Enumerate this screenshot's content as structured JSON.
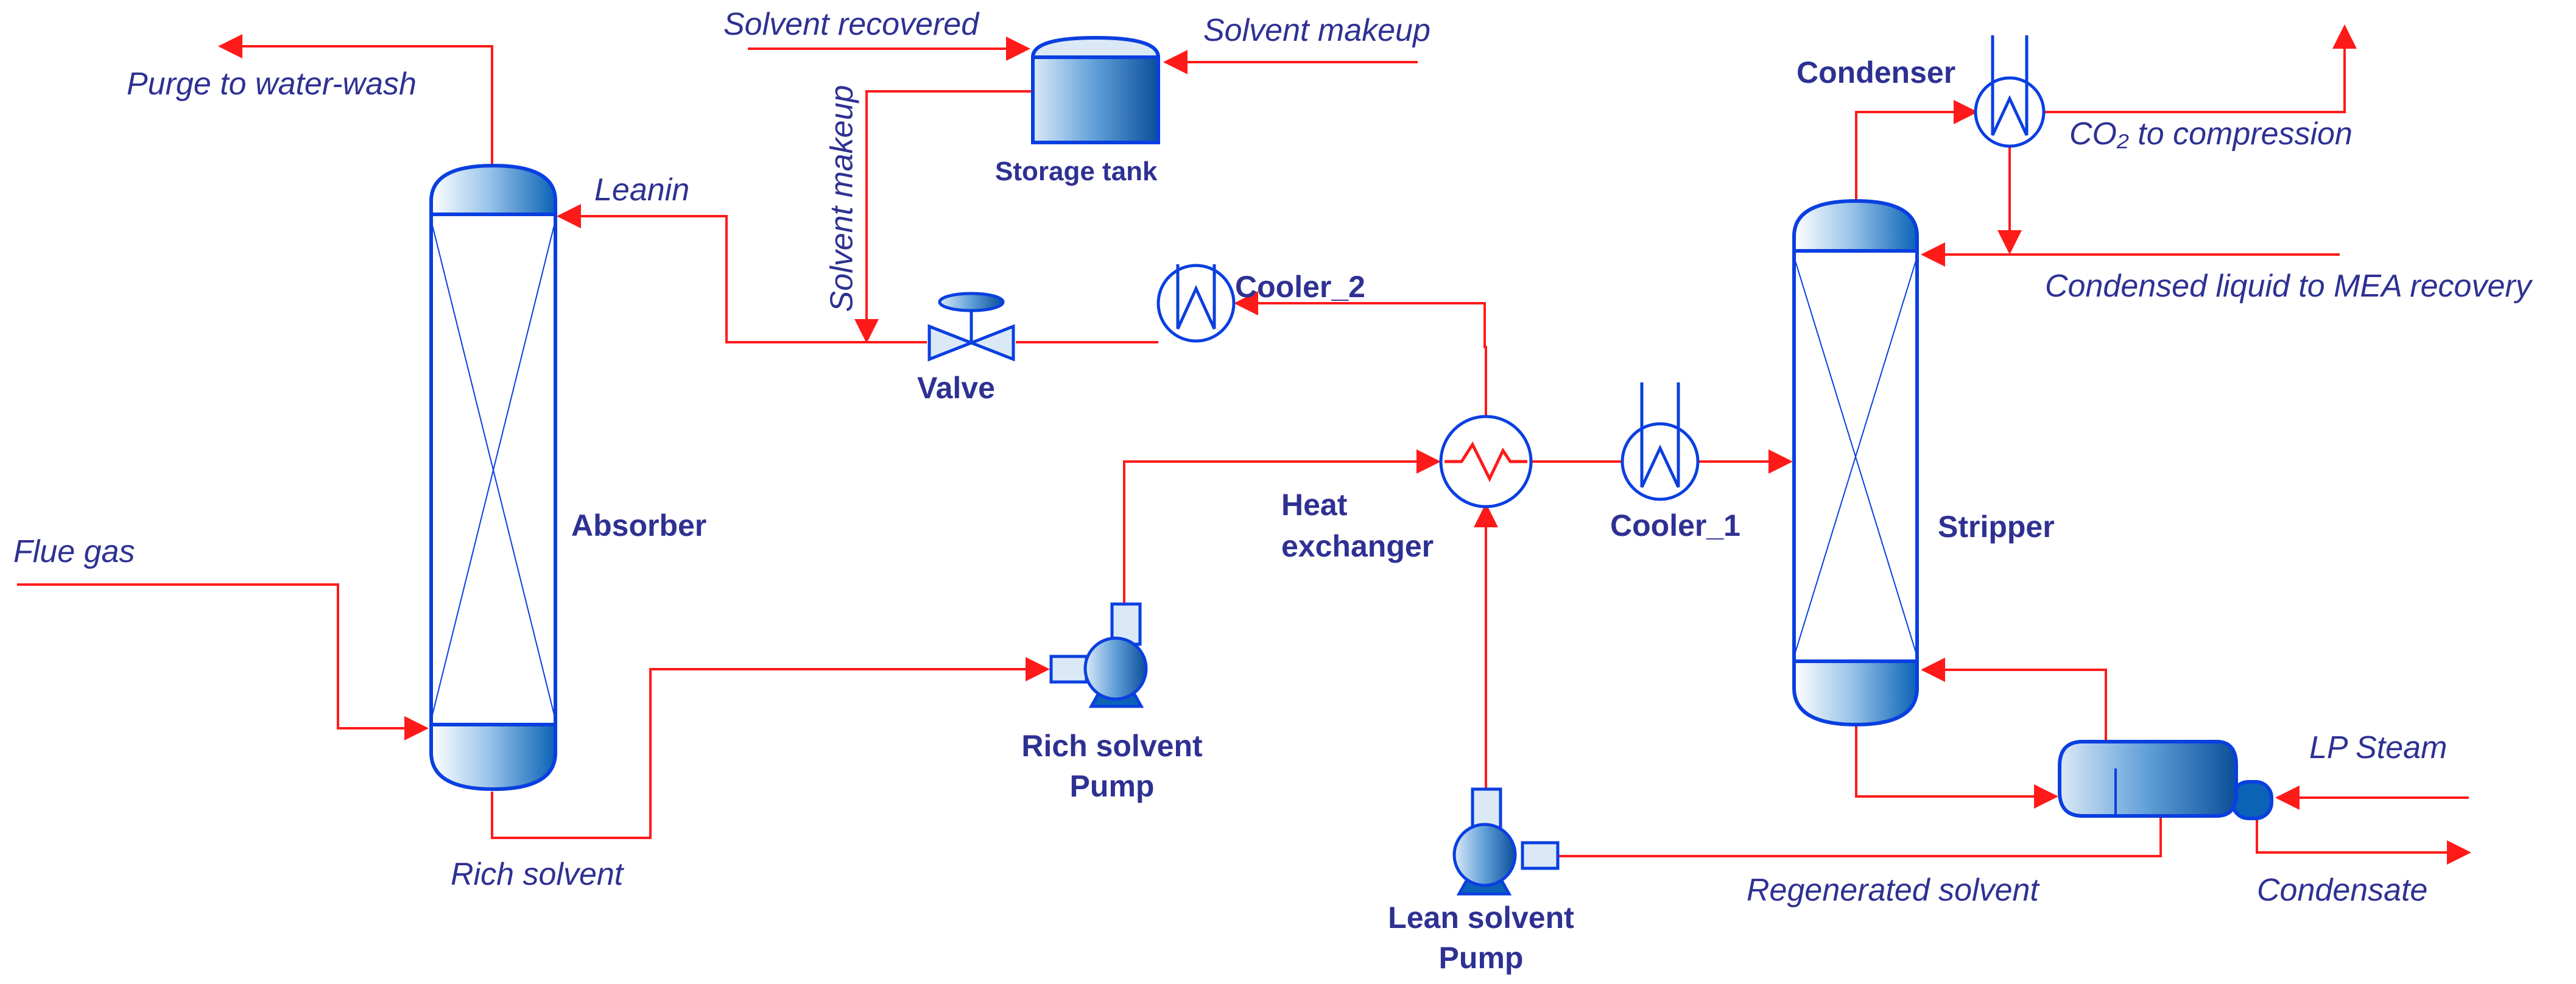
{
  "colors": {
    "stream_line": "#ff1a1a",
    "equipment_stroke": "#0a3fe0",
    "equipment_fill_light": "#ffffff",
    "equipment_fill_dark": "#0b63b7",
    "label_text": "#2e3192"
  },
  "streams": {
    "purge": "Purge to water-wash",
    "solvent_recovered": "Solvent recovered",
    "solvent_makeup_top": "Solvent makeup",
    "solvent_makeup_vertical": "Solvent makeup",
    "leanin": "Leanin",
    "flue_gas": "Flue gas",
    "rich_solvent": "Rich solvent",
    "co2": "CO₂ to compression",
    "condensed_liquid": "Condensed liquid to MEA recovery",
    "lp_steam": "LP Steam",
    "regenerated_solvent": "Regenerated solvent",
    "condensate": "Condensate"
  },
  "equipment": {
    "absorber": "Absorber",
    "stripper": "Stripper",
    "storage_tank": "Storage tank",
    "valve": "Valve",
    "cooler_2": "Cooler_2",
    "cooler_1": "Cooler_1",
    "condenser": "Condenser",
    "heat_exchanger_line1": "Heat",
    "heat_exchanger_line2": "exchanger",
    "rich_pump_line1": "Rich solvent",
    "rich_pump_line2": "Pump",
    "lean_pump_line1": "Lean solvent",
    "lean_pump_line2": "Pump"
  }
}
